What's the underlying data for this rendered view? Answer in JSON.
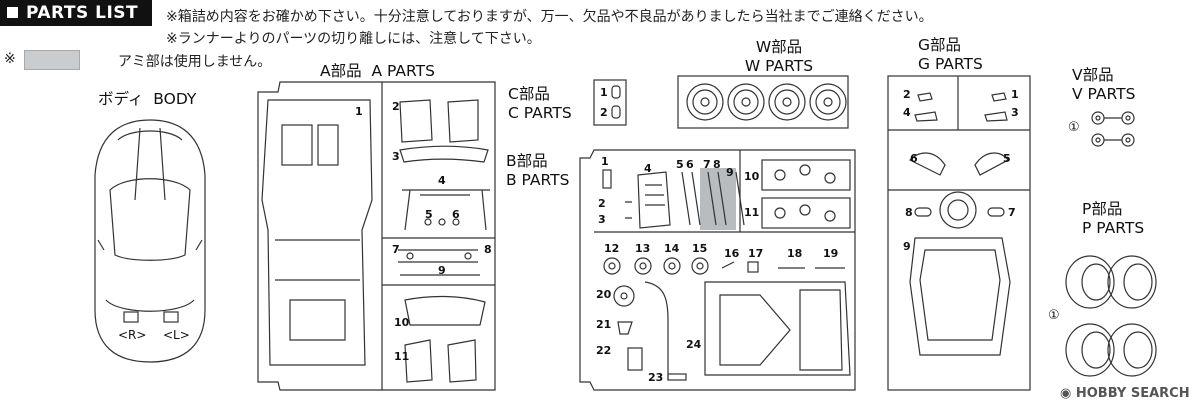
{
  "header": {
    "title": "PARTS LIST",
    "notes": [
      "※箱詰め内容をお確かめ下さい。十分注意しておりますが、万一、欠品や不良品がありましたら当社までご連絡ください。",
      "※ランナーよりのパーツの切り離しには、注意して下さい。"
    ]
  },
  "legend": {
    "mark": "※",
    "text": "アミ部は使用しません。",
    "swatch_color": "#c9cdd0"
  },
  "body_part": {
    "jp": "ボディ",
    "en": "BODY",
    "left_mark": "<R>",
    "right_mark": "<L>"
  },
  "runners": {
    "A": {
      "jp": "A部品",
      "en": "A PARTS",
      "numbers": [
        "1",
        "2",
        "3",
        "4",
        "5",
        "6",
        "7",
        "8",
        "9",
        "10",
        "11"
      ]
    },
    "C": {
      "jp": "C部品",
      "en": "C PARTS",
      "numbers": [
        "1",
        "2"
      ]
    },
    "B": {
      "jp": "B部品",
      "en": "B PARTS",
      "numbers": [
        "1",
        "2",
        "3",
        "4",
        "5",
        "6",
        "7",
        "8",
        "9",
        "10",
        "11",
        "12",
        "13",
        "14",
        "15",
        "16",
        "17",
        "18",
        "19",
        "20",
        "21",
        "22",
        "23",
        "24"
      ]
    },
    "W": {
      "jp": "W部品",
      "en": "W PARTS"
    },
    "G": {
      "jp": "G部品",
      "en": "G PARTS",
      "numbers": [
        "1",
        "2",
        "3",
        "4",
        "5",
        "6",
        "7",
        "8",
        "9"
      ]
    },
    "V": {
      "jp": "V部品",
      "en": "V PARTS",
      "numbers": [
        "①"
      ]
    },
    "P": {
      "jp": "P部品",
      "en": "P PARTS",
      "numbers": [
        "①"
      ]
    }
  },
  "watermark": {
    "text": "HOBBY SEARCH",
    "icon": "hobbysearch-logo-icon"
  },
  "colors": {
    "line": "#333333",
    "highlight": "#b8bcbf"
  }
}
